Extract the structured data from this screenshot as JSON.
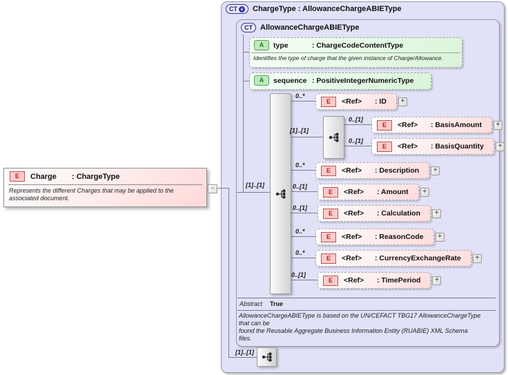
{
  "ui": {
    "expand_glyph": "+",
    "collapse_glyph": "−"
  },
  "colors": {
    "panel_fill": "#e1e1f7",
    "panel_border": "#9898ac",
    "element_fill": "#ffdcdc",
    "element_badge_text": "#a82828",
    "attribute_fill": "#d9f4d9",
    "attribute_badge_text": "#217a21",
    "type_badge_text": "#20206a",
    "connector": "#7d7d92"
  },
  "source_element": {
    "badge": "E",
    "name": "Charge",
    "type": ": ChargeType",
    "description": "Represents the different Charges that may be applied to the associated document."
  },
  "outer_panel": {
    "badge": "CT",
    "badge_plus": "+",
    "title": "ChargeType : AllowanceChargeABIEType",
    "content_group": {
      "cardinality": "[1]..[1]"
    }
  },
  "inner_panel": {
    "badge": "CT",
    "title": "AllowanceChargeABIEType",
    "attributes": [
      {
        "badge": "A",
        "name": "type",
        "type": ": ChargeCodeContentType",
        "description": "Identifies the type of charge that the given instance of Charge/Allowance."
      },
      {
        "badge": "A",
        "name": "sequence",
        "type": ": PositiveIntegerNumericType"
      }
    ],
    "sequence_group": {
      "cardinality": "[1]..[1]"
    },
    "nested_group": {
      "cardinality": "[1]..[1]"
    },
    "elements": [
      {
        "cardinality": "0..*",
        "badge": "E",
        "ref": "<Ref>",
        "name": ": ID"
      },
      {
        "cardinality": "0..[1]",
        "badge": "E",
        "ref": "<Ref>",
        "name": ": BasisAmount"
      },
      {
        "cardinality": "0..[1]",
        "badge": "E",
        "ref": "<Ref>",
        "name": ": BasisQuantity"
      },
      {
        "cardinality": "0..*",
        "badge": "E",
        "ref": "<Ref>",
        "name": ": Description"
      },
      {
        "cardinality": "0..[1]",
        "badge": "E",
        "ref": "<Ref>",
        "name": ": Amount"
      },
      {
        "cardinality": "0..[1]",
        "badge": "E",
        "ref": "<Ref>",
        "name": ": Calculation"
      },
      {
        "cardinality": "0..*",
        "badge": "E",
        "ref": "<Ref>",
        "name": ": ReasonCode"
      },
      {
        "cardinality": "0..*",
        "badge": "E",
        "ref": "<Ref>",
        "name": ": CurrencyExchangeRate"
      },
      {
        "cardinality": "0..[1]",
        "badge": "E",
        "ref": "<Ref>",
        "name": ": TimePeriod"
      }
    ],
    "abstract": {
      "label": "Abstract",
      "value": "True"
    },
    "footer_note": "AllowanceChargeABIEType is based on the UN/CEFACT TBG17 AllowanceChargeType\nthat can be\nfound the Reusable Aggregate Business Information Entity (RUABIE) XML Schema\nfiles."
  }
}
